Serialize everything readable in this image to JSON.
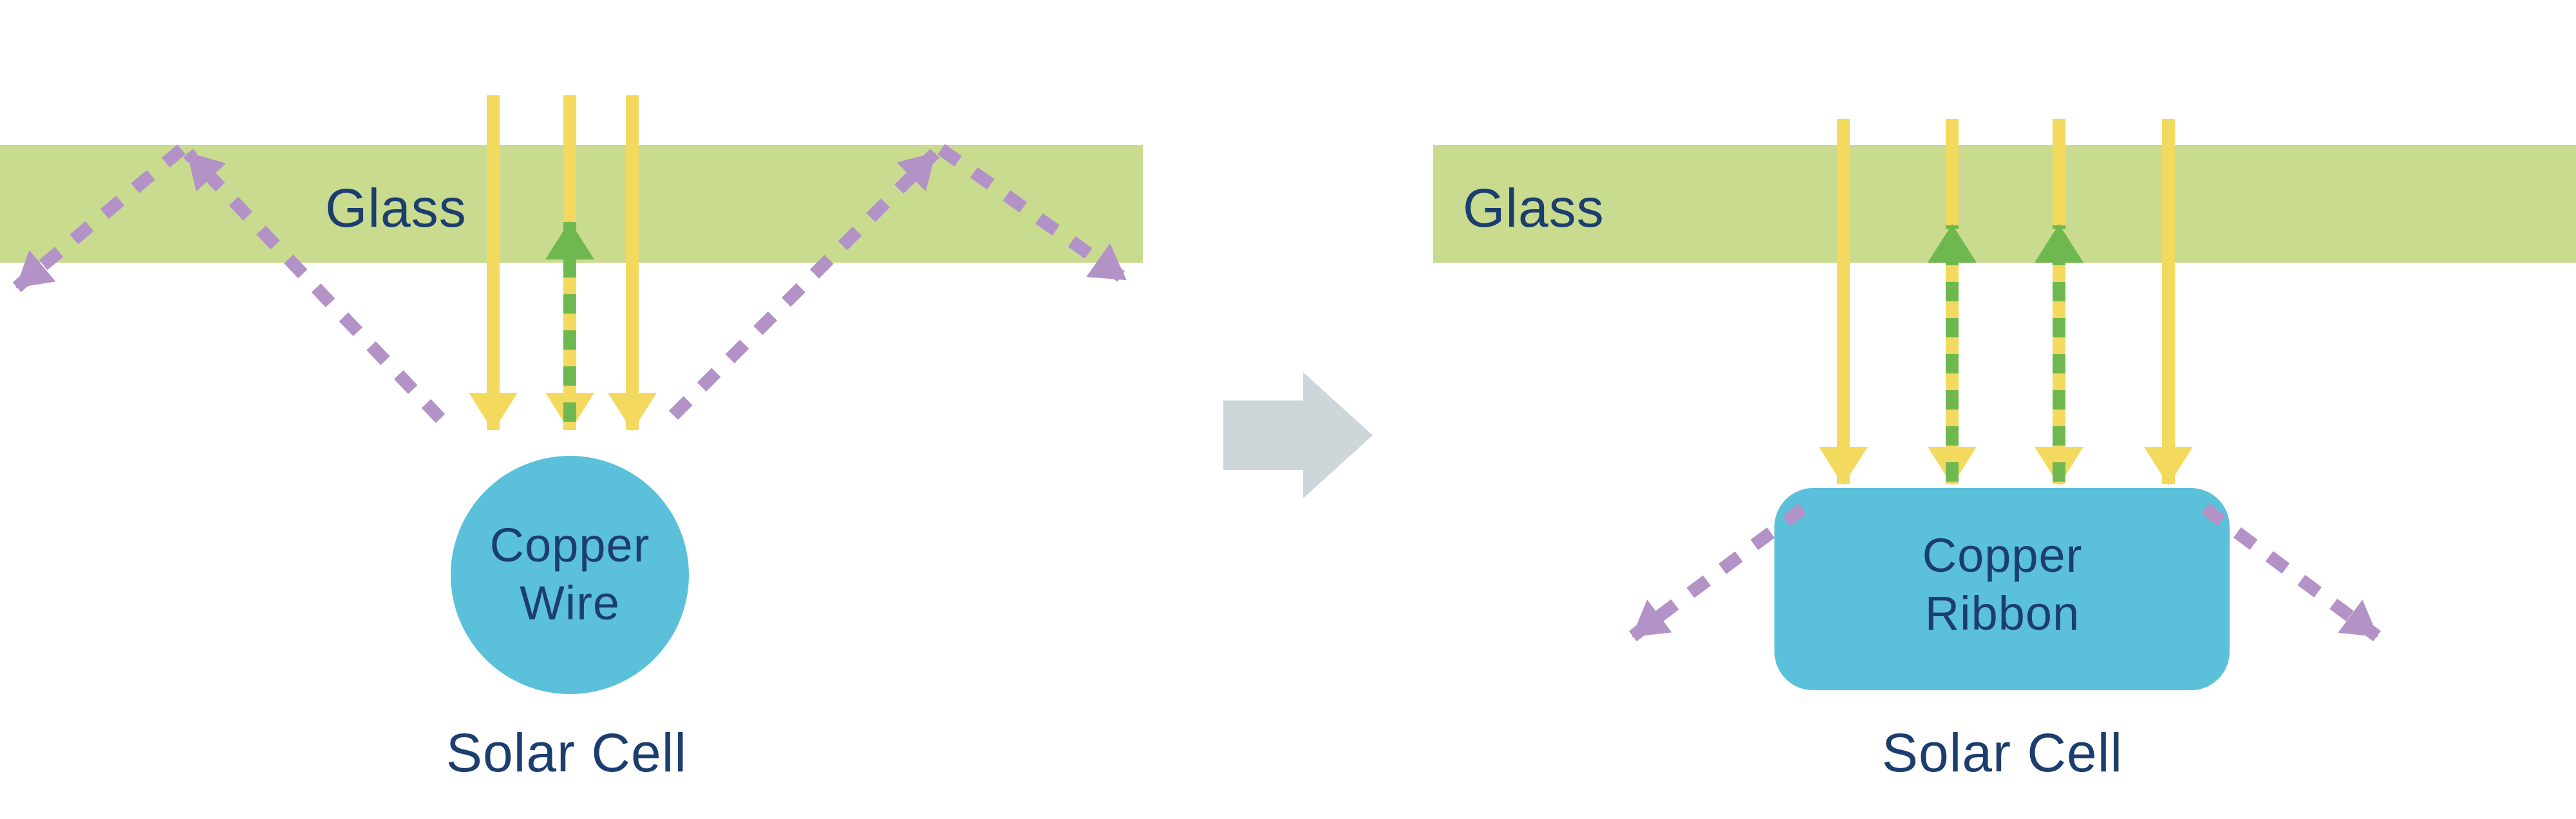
{
  "colors": {
    "background": "#ffffff",
    "glass": "#c9db8f",
    "sunlight_yellow": "#f4d95f",
    "reflected_green": "#6eb84f",
    "lost_light_purple": "#b393c7",
    "copper_blue": "#5bc0d9",
    "label_navy": "#1c3e6e",
    "transition_gray": "#cfd6da"
  },
  "left_panel": {
    "glass_label": "Glass",
    "component_line1": "Copper",
    "component_line2": "Wire",
    "caption": "Solar Cell"
  },
  "right_panel": {
    "glass_label": "Glass",
    "component_line1": "Copper",
    "component_line2": "Ribbon",
    "caption": "Solar Cell"
  },
  "icons": {
    "transition_arrow": "right-block-arrow",
    "sunlight_rays": "yellow-down-arrows",
    "reflected_rays": "green-dashed-up-arrows",
    "lost_light_rays": "purple-dashed-arrows"
  }
}
